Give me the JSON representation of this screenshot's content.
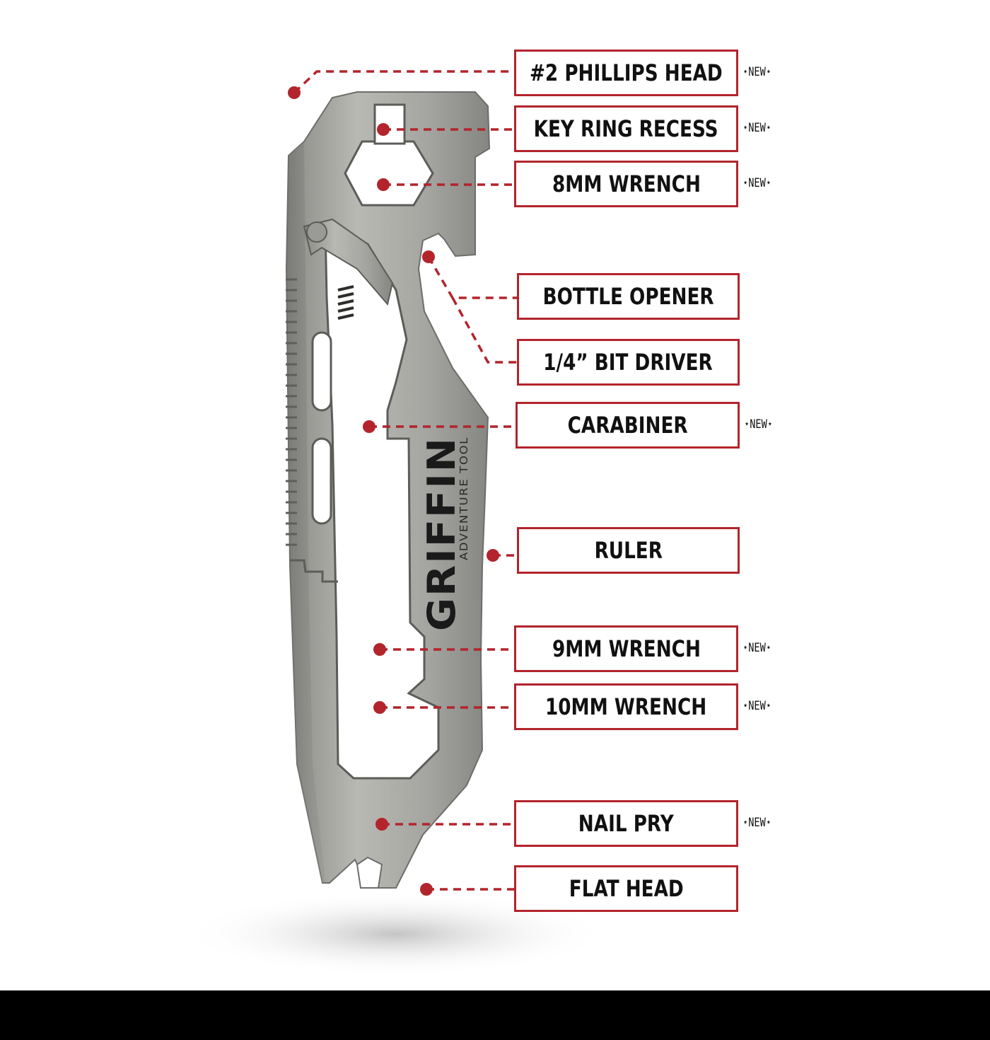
{
  "accent_color": "#b3242c",
  "new_tag": "⋆NEW⋆",
  "brand": {
    "name": "GRIFFIN",
    "tagline": "ADVENTURE TOOL"
  },
  "callouts": [
    {
      "id": "phillips",
      "label": "#2 PHILLIPS HEAD",
      "is_new": true
    },
    {
      "id": "keyring",
      "label": "KEY RING RECESS",
      "is_new": true
    },
    {
      "id": "wrench8",
      "label": "8MM WRENCH",
      "is_new": true
    },
    {
      "id": "bottle",
      "label": "BOTTLE OPENER",
      "is_new": false
    },
    {
      "id": "bitdriver",
      "label": "1/4” BIT DRIVER",
      "is_new": false
    },
    {
      "id": "carabiner",
      "label": "CARABINER",
      "is_new": true
    },
    {
      "id": "ruler",
      "label": "RULER",
      "is_new": false
    },
    {
      "id": "wrench9",
      "label": "9MM WRENCH",
      "is_new": true
    },
    {
      "id": "wrench10",
      "label": "10MM WRENCH",
      "is_new": true
    },
    {
      "id": "nailpry",
      "label": "NAIL PRY",
      "is_new": true
    },
    {
      "id": "flathead",
      "label": "FLAT HEAD",
      "is_new": false
    }
  ]
}
